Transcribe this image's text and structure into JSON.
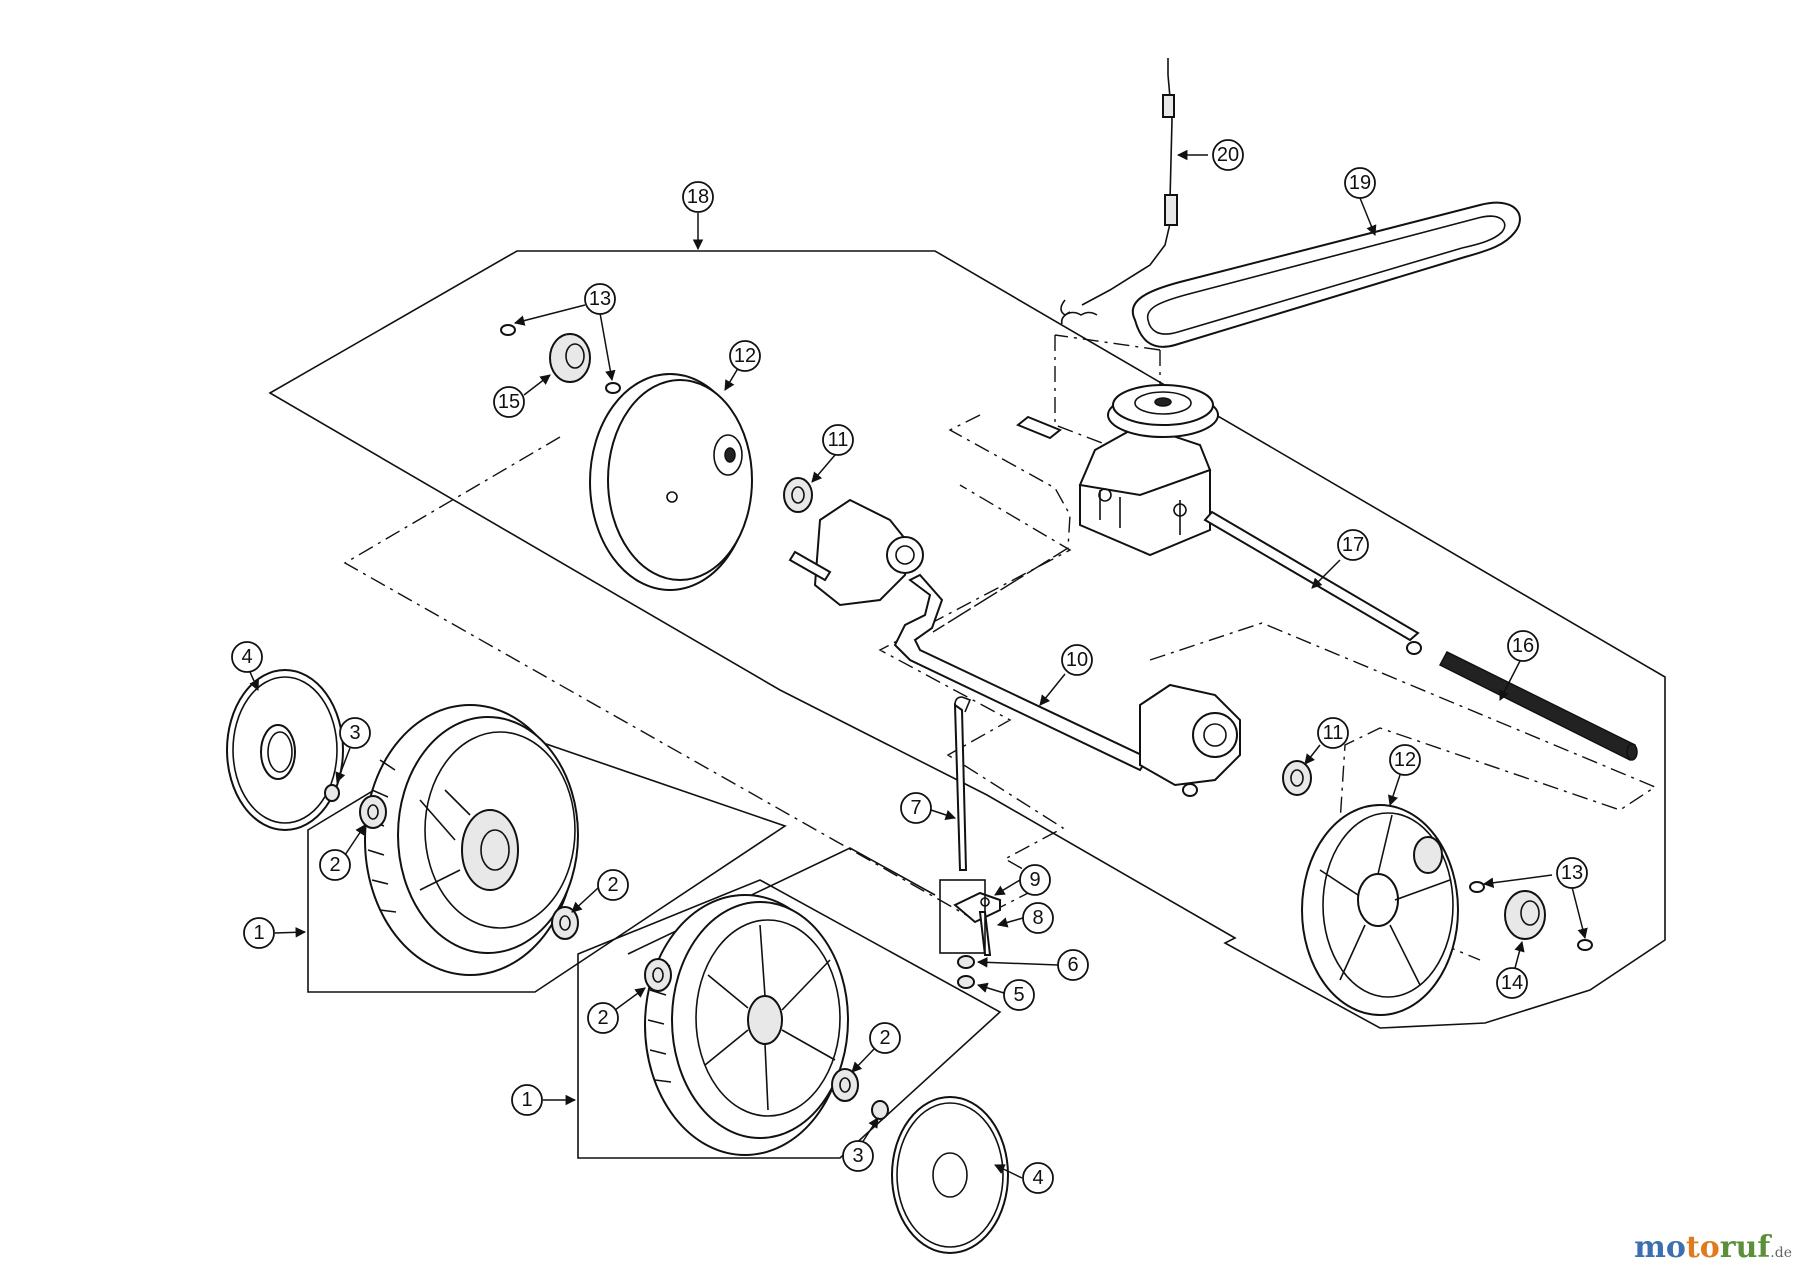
{
  "callouts": {
    "c1a": "1",
    "c1b": "1",
    "c2a": "2",
    "c2b": "2",
    "c2c": "2",
    "c2d": "2",
    "c3a": "3",
    "c3b": "3",
    "c4a": "4",
    "c4b": "4",
    "c5": "5",
    "c6": "6",
    "c7": "7",
    "c8": "8",
    "c9": "9",
    "c10": "10",
    "c11a": "11",
    "c11b": "11",
    "c12a": "12",
    "c12b": "12",
    "c13a": "13",
    "c13b": "13",
    "c14": "14",
    "c15": "15",
    "c16": "16",
    "c17": "17",
    "c18": "18",
    "c19": "19",
    "c20": "20"
  },
  "watermark": {
    "part1": "mo",
    "part2": "to",
    "part3": "ruf",
    "domain": ".de"
  }
}
